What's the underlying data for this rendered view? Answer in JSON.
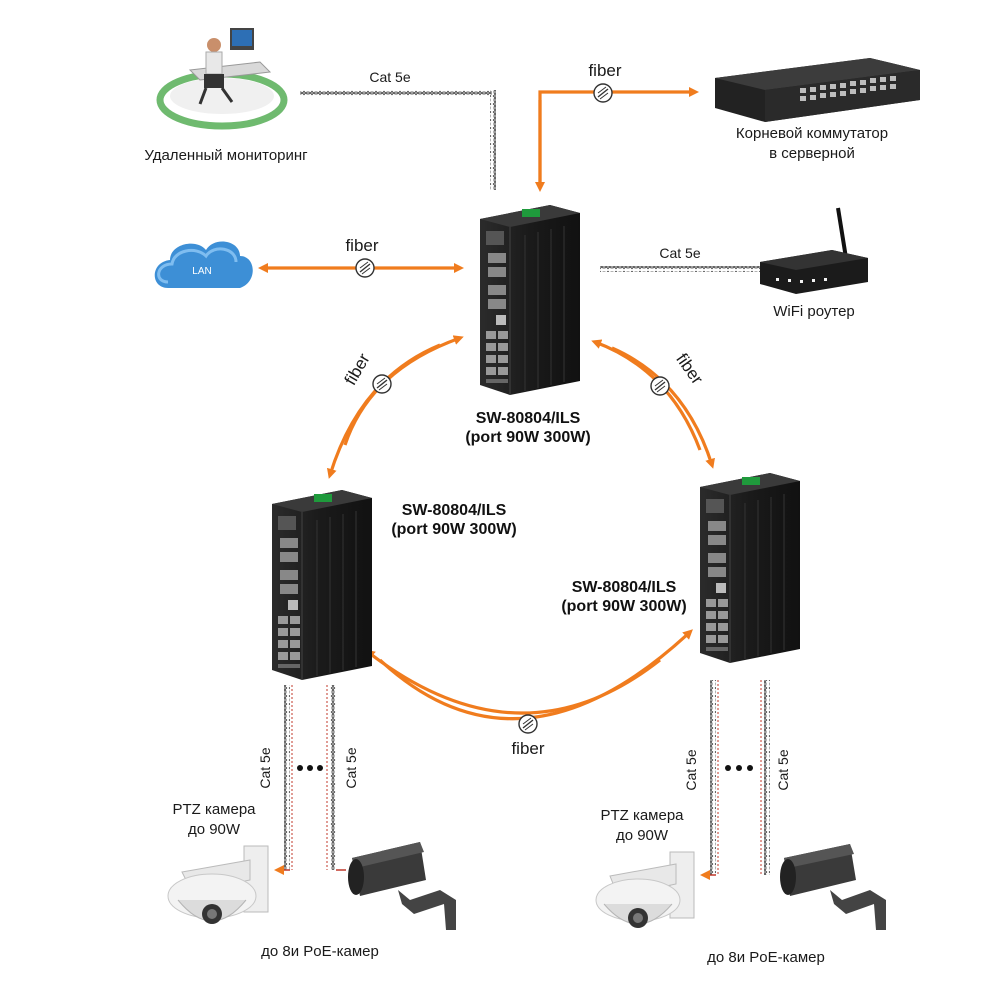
{
  "labels": {
    "cat5e": "Cat 5e",
    "fiber": "fiber",
    "lan": "LAN",
    "remote_monitoring": "Удаленный мониторинг",
    "core_switch_line1": "Корневой коммутатор",
    "core_switch_line2": "в серверной",
    "wifi_router": "WiFi роутер",
    "switch_model": "SW-80804/ILS",
    "switch_ports": "(port 90W 300W)",
    "ptz_line1": "PTZ камера",
    "ptz_line2": "до 90W",
    "poe_cameras": "до 8и  PoE-камер"
  },
  "colors": {
    "fiber_link": "#f07c1e",
    "switch_body": "#1b1b1b",
    "terminal_block": "#1f9a3c",
    "cable_line": "#c0392b"
  }
}
